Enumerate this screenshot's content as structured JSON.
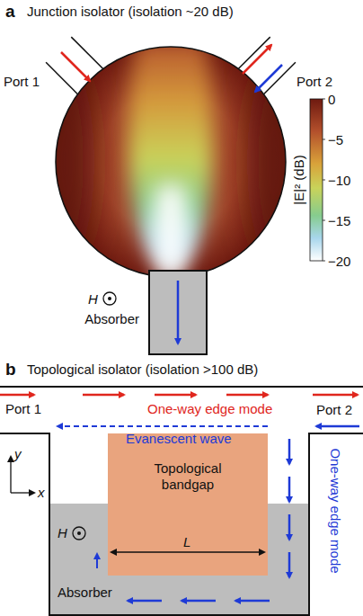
{
  "diagram": {
    "nodes": [
      {
        "text": [
          "Absorber"
        ]
      },
      {
        "text": [
          "Topological bandgap"
        ]
      },
      {
        "text": [
          "Absorber"
        ]
      }
    ],
    "labels": [
      "a",
      "Junction isolator (isolation ~20 dB)",
      "Port 1",
      "Port 2",
      "H",
      "0",
      "−5",
      "−10",
      "−15",
      "−20",
      "|E|² (dB)",
      "b",
      "Topological isolator (isolation >100 dB)",
      "Port 1",
      "Port 2",
      "One-way edge mode",
      "Evanescent wave",
      "One-way edge mode",
      "H",
      "y",
      "x",
      "L"
    ]
  }
}
